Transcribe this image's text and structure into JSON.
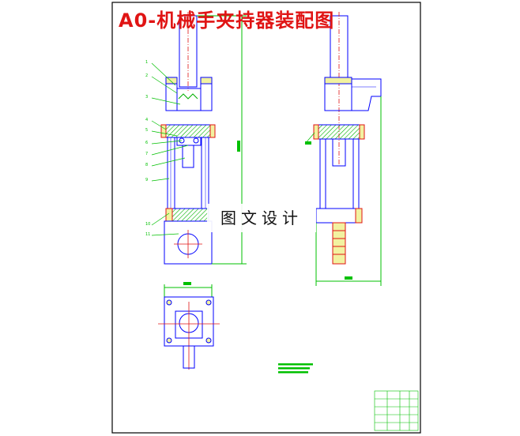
{
  "title": "A0-机械手夹持器装配图",
  "watermark": "图文设计",
  "colors": {
    "title": "#e01414",
    "outline": "#0000ff",
    "dimension": "#00c000",
    "centerline": "#e01414",
    "hatch": "#00b000",
    "fastener": "#e01414"
  },
  "part_numbers": [
    "1",
    "2",
    "3",
    "4",
    "5",
    "6",
    "7",
    "8",
    "9",
    "10",
    "11"
  ]
}
